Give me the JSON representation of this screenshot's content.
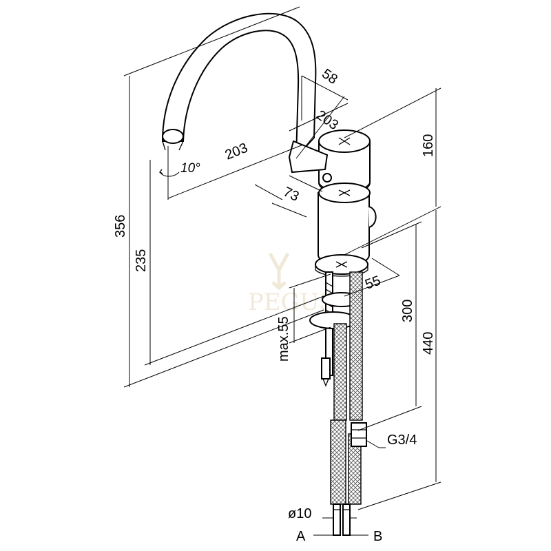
{
  "dimensions": {
    "spout_reach": "203",
    "spout_reach_2": "203",
    "spout_offset": "58",
    "height_upper": "160",
    "total_height": "356",
    "outlet_height": "235",
    "spout_angle": "10°",
    "handle_depth": "73",
    "base_diameter": "55",
    "max_deck": "max.55",
    "hose_length_300": "300",
    "hose_length_440": "440",
    "thread": "G3/4",
    "hose_diameter": "ø10",
    "label_a": "A",
    "label_b": "B"
  },
  "watermark": {
    "text": "PEGUS"
  }
}
